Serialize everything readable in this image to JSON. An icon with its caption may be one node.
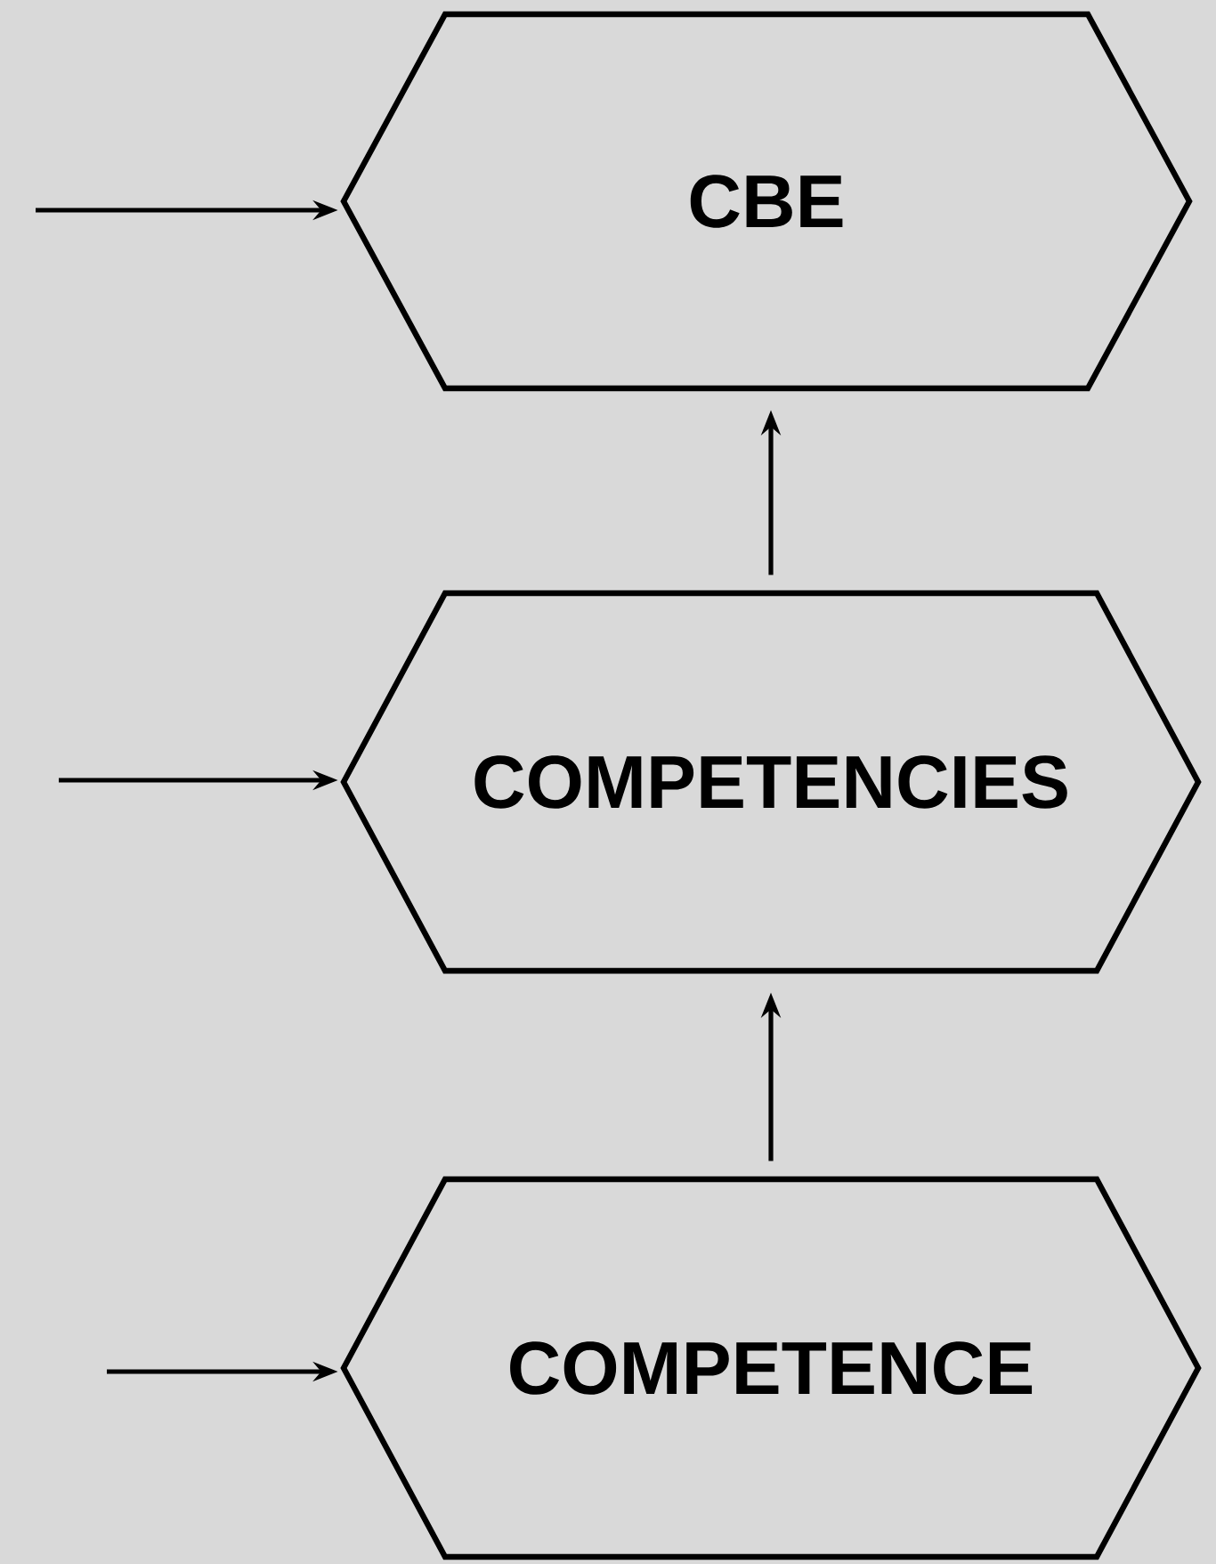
{
  "diagram": {
    "nodes": [
      {
        "text": [
          "CBE"
        ]
      },
      {
        "text": [
          "COMPETENCIES"
        ]
      },
      {
        "text": [
          "COMPETENCE"
        ]
      }
    ],
    "edges": [
      {
        "from": null,
        "to": 0,
        "arrow": "to"
      },
      {
        "from": null,
        "to": 1,
        "arrow": "to"
      },
      {
        "from": null,
        "to": 2,
        "arrow": "to"
      },
      {
        "from": 1,
        "to": 0,
        "arrow": "to"
      },
      {
        "from": 2,
        "to": 1,
        "arrow": "to"
      }
    ]
  }
}
